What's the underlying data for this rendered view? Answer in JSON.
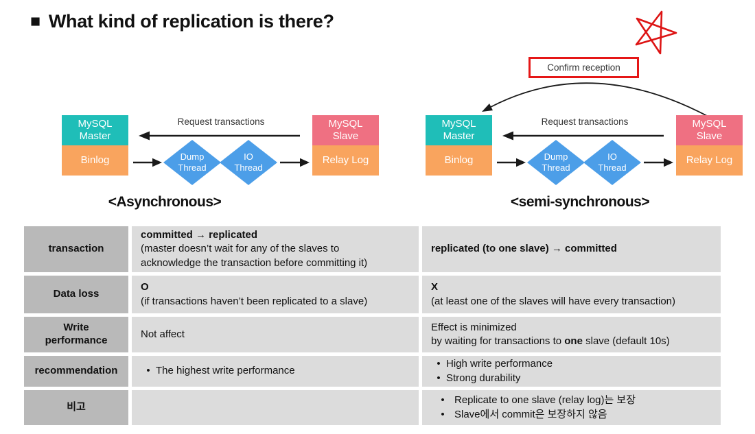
{
  "title": {
    "bullet": "■",
    "text": "What kind of replication is there?"
  },
  "colors": {
    "teal": "#1fbeb8",
    "orange": "#f9a45e",
    "pink": "#ef7082",
    "blue": "#4c9ee8",
    "red": "#e51717",
    "header_gray": "#b9b9b9",
    "cell_gray": "#dcdcdc"
  },
  "diagram": {
    "master_label": "MySQL\nMaster",
    "binlog_label": "Binlog",
    "slave_label": "MySQL\nSlave",
    "relay_label": "Relay Log",
    "dump_label": "Dump\nThread",
    "io_label": "IO\nThread",
    "request_arrow_label": "Request transactions",
    "confirm_label": "Confirm reception"
  },
  "captions": {
    "async": "<Asynchronous>",
    "semi": "<semi-synchronous>"
  },
  "table": {
    "rows": [
      {
        "header": "transaction",
        "async_bold": "committed → replicated",
        "async_note": "(master doesn’t wait for any of the slaves to\nacknowledge the transaction before committing it)",
        "semi_bold": "replicated (to one slave) → committed"
      },
      {
        "header": "Data loss",
        "async_bold": "O",
        "async_note": "(if transactions haven’t been replicated to a slave)",
        "semi_bold": "X",
        "semi_note": "(at least one of the slaves will have every transaction)"
      },
      {
        "header": "Write\nperformance",
        "async_text": "Not affect",
        "semi_pre": "Effect is minimized\nby waiting for transactions to ",
        "semi_bold_word": "one",
        "semi_post": " slave (default 10s)"
      },
      {
        "header": "recommendation",
        "async_bullets": [
          "The highest write performance"
        ],
        "semi_bullets": [
          "High write performance",
          "Strong durability"
        ]
      },
      {
        "header": "비고",
        "semi_bullets": [
          "Replicate to one slave (relay log)는 보장",
          "Slave에서 commit은 보장하지 않음"
        ]
      }
    ]
  }
}
